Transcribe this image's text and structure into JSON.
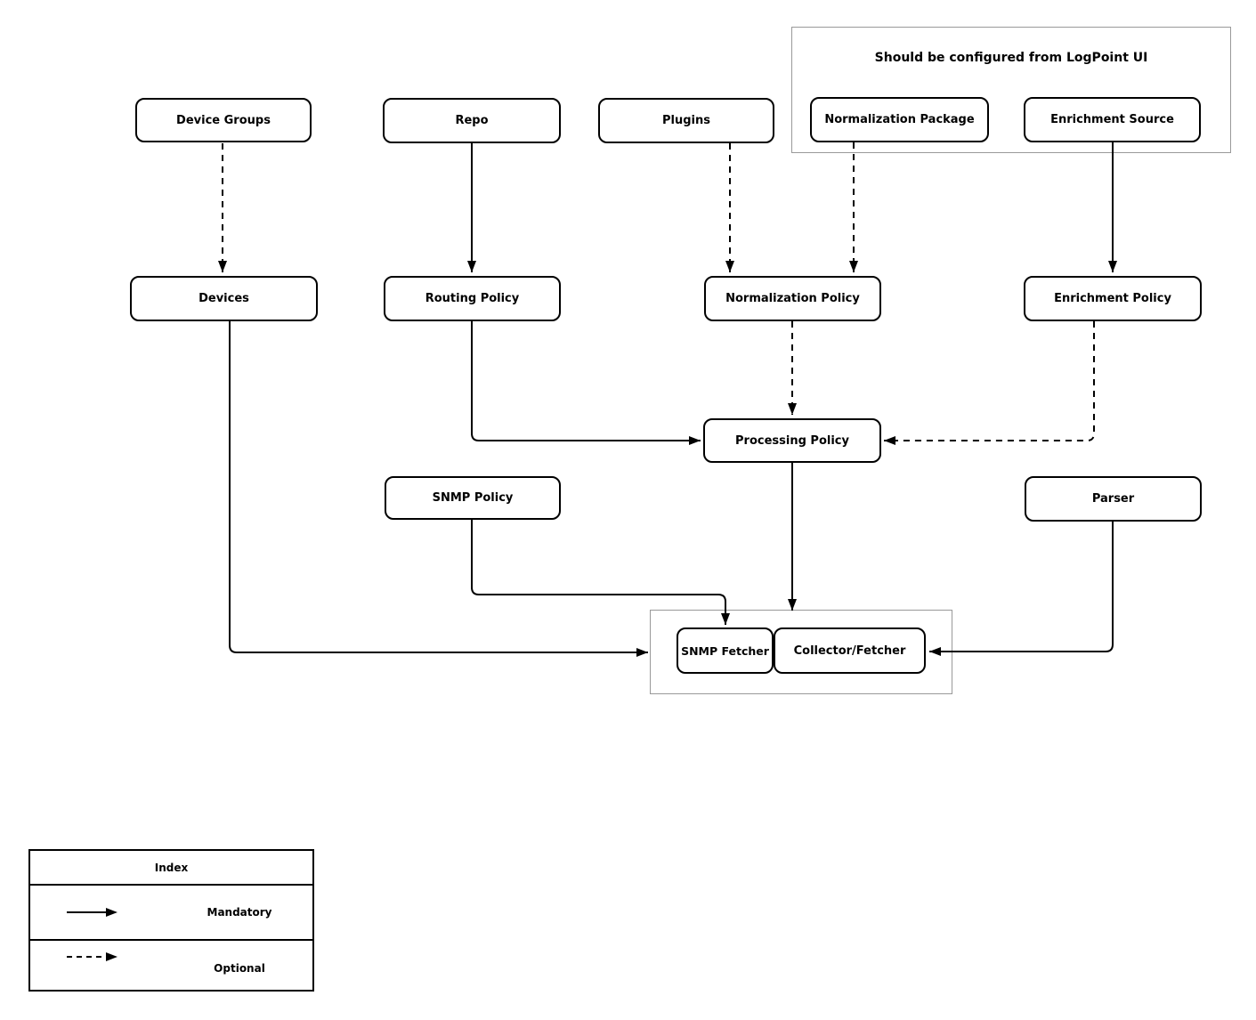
{
  "diagram": {
    "top_group": {
      "title": "Should be configured from LogPoint UI"
    },
    "nodes": {
      "device_groups": {
        "label": "Device Groups"
      },
      "repo": {
        "label": "Repo"
      },
      "plugins": {
        "label": "Plugins"
      },
      "normalization_package": {
        "label": "Normalization Package"
      },
      "enrichment_source": {
        "label": "Enrichment Source"
      },
      "devices": {
        "label": "Devices"
      },
      "routing_policy": {
        "label": "Routing Policy"
      },
      "normalization_policy": {
        "label": "Normalization Policy"
      },
      "enrichment_policy": {
        "label": "Enrichment Policy"
      },
      "processing_policy": {
        "label": "Processing Policy"
      },
      "snmp_policy": {
        "label": "SNMP Policy"
      },
      "parser": {
        "label": "Parser"
      },
      "snmp_fetcher": {
        "label": "SNMP Fetcher"
      },
      "collector_fetcher": {
        "label": "Collector/Fetcher"
      }
    },
    "edges": [
      {
        "from": "Device Groups",
        "to": "Devices",
        "type": "optional"
      },
      {
        "from": "Repo",
        "to": "Routing Policy",
        "type": "mandatory"
      },
      {
        "from": "Plugins",
        "to": "Normalization Policy",
        "type": "optional"
      },
      {
        "from": "Normalization Package",
        "to": "Normalization Policy",
        "type": "optional"
      },
      {
        "from": "Enrichment Source",
        "to": "Enrichment Policy",
        "type": "mandatory"
      },
      {
        "from": "Routing Policy",
        "to": "Processing Policy",
        "type": "mandatory"
      },
      {
        "from": "Normalization Policy",
        "to": "Processing Policy",
        "type": "optional"
      },
      {
        "from": "Enrichment Policy",
        "to": "Processing Policy",
        "type": "optional"
      },
      {
        "from": "Processing Policy",
        "to": "Collector/Fetcher",
        "type": "mandatory"
      },
      {
        "from": "SNMP Policy",
        "to": "SNMP Fetcher",
        "type": "mandatory"
      },
      {
        "from": "Devices",
        "to": "SNMP Fetcher",
        "type": "mandatory"
      },
      {
        "from": "Parser",
        "to": "Collector/Fetcher",
        "type": "mandatory"
      }
    ],
    "legend": {
      "title": "Index",
      "rows": [
        {
          "arrow": "solid",
          "label": "Mandatory"
        },
        {
          "arrow": "dashed",
          "label": "Optional"
        }
      ]
    },
    "colors": {
      "line": "#000000",
      "node_border": "#000000",
      "group_border": "#999999",
      "background": "#ffffff"
    }
  }
}
